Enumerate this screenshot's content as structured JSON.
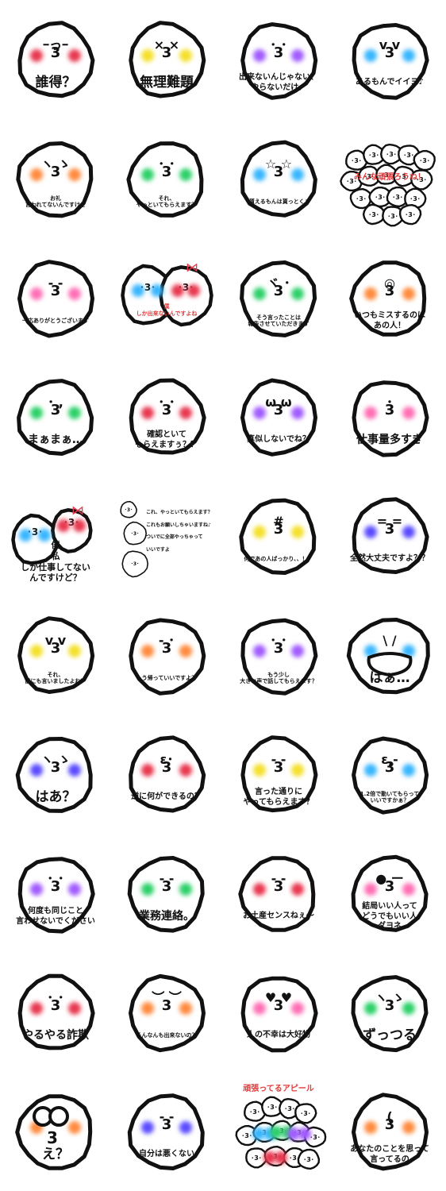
{
  "colors": {
    "outline": "#111111",
    "red": "#e8384f",
    "orange": "#ff8a3d",
    "yellow": "#f5e02a",
    "green": "#2fd06a",
    "blue": "#38b6ff",
    "purple": "#a15cff",
    "pink": "#ff6fb5",
    "violet": "#5a4cff"
  },
  "stickers": [
    {
      "text": "誰得？",
      "face": "ｰっｰ",
      "cheek": "#e8384f"
    },
    {
      "text": "無理難題",
      "face": "×3×",
      "cheek": "#f5e02a"
    },
    {
      "text": "出来ないんじゃない、\nやらないだけ。",
      "face": "･3･",
      "cheek": "#a15cff"
    },
    {
      "text": "あるもんでイイヨ♪",
      "face": "v3v",
      "cheek": "#38b6ff"
    },
    {
      "text": "お礼\n言われてないんですけど",
      "face": "ヽ3ゝ",
      "cheek": "#ff8a3d"
    },
    {
      "text": "それ、\nやっといてもらえます？",
      "face": "･3･",
      "cheek": "#2fd06a"
    },
    {
      "text": "貰えるもんは貰っとく♪",
      "face": "☆3☆",
      "cheek": "#38b6ff"
    },
    {
      "text": "みんな頑張ろうね！",
      "face": "crowd",
      "cheek": "#e8384f"
    },
    {
      "text": "一応ありがとうございます",
      "face": "-3-",
      "cheek": "#ff6fb5"
    },
    {
      "text": "僕\nしか出来ないんですよね",
      "face": "pair",
      "cheek": "#e8384f"
    },
    {
      "text": "そう言ったことは\n報告させていただきます",
      "face": "ヾ3･",
      "cheek": "#2fd06a"
    },
    {
      "text": "いつもミスするのは\nあの人！",
      "face": "◎3",
      "cheek": "#ff8a3d"
    },
    {
      "text": "まぁまぁ…",
      "face": "･ ,3",
      "cheek": "#2fd06a"
    },
    {
      "text": "確認といて\nもらえますぅ？？",
      "face": "･3･",
      "cheek": "#e8384f"
    },
    {
      "text": "真似しないでね？",
      "face": "ω3ω",
      "cheek": "#a15cff"
    },
    {
      "text": "仕事量多すぎ",
      "face": "･3",
      "cheek": "#ff6fb5"
    },
    {
      "text": "僕\n私\nしか仕事してない\nんですけど？",
      "face": "pair2",
      "cheek": "#ff6fb5"
    },
    {
      "text": "これ、やっといてもらえます？\nこれもお願いしちゃいますね♪\nついでに全部やっちゃって\nいいですよ",
      "face": "chat",
      "cheek": "#2fd06a"
    },
    {
      "text": "何であの人ばっかり、、！！",
      "face": "#3",
      "cheek": "#f5e02a"
    },
    {
      "text": "全然大丈夫ですよ？？",
      "face": "=3=",
      "cheek": "#5a4cff"
    },
    {
      "text": "それ、\n前にも言いましたよね？",
      "face": "v3v",
      "cheek": "#f5e02a"
    },
    {
      "text": "もう帰っていいですよ？",
      "face": "-3･",
      "cheek": "#ff8a3d"
    },
    {
      "text": "もう少し\n大きい声で話してもらえます？",
      "face": "･3･",
      "cheek": "#a15cff"
    },
    {
      "text": "はぁ…",
      "face": "blob",
      "cheek": "#38b6ff"
    },
    {
      "text": "はあ？",
      "face": "ヽ3ゝ",
      "cheek": "#5a4cff"
    },
    {
      "text": "逆に何ができるの？",
      "face": "ε･",
      "cheek": "#e8384f"
    },
    {
      "text": "言った通りに\nやってもらえます？",
      "face": "-3-",
      "cheek": "#f5e02a"
    },
    {
      "text": "1.2倍で動いてもらって\nいいですかぁ？",
      "face": "ε,-",
      "cheek": "#38b6ff"
    },
    {
      "text": "何度も同じこと\n言わせないでください",
      "face": "･3･",
      "cheek": "#a15cff"
    },
    {
      "text": "業務連絡。",
      "face": "-3-",
      "cheek": "#2fd06a"
    },
    {
      "text": "お土産センスねぇ～",
      "face": "-3-",
      "cheek": "#e8384f"
    },
    {
      "text": "結局いい人って\nどうでもいい人\nダヨネ",
      "face": "●3ー",
      "cheek": "#ff6fb5"
    },
    {
      "text": "やるやる詐欺",
      "face": "･3･",
      "cheek": "#e8384f"
    },
    {
      "text": "そんなんも出来ないの？",
      "face": "︶3︶",
      "cheek": "#ff8a3d"
    },
    {
      "text": "人の不幸は大好物",
      "face": "♥3♥",
      "cheek": "#ff6fb5"
    },
    {
      "text": "ずっつる",
      "face": "ヽ3ゝ",
      "cheek": "#2fd06a"
    },
    {
      "text": "え？",
      "face": "goggle",
      "cheek": "#ff8a3d"
    },
    {
      "text": "自分は悪くない",
      "face": "-3-",
      "cheek": "#5a4cff"
    },
    {
      "text": "頑張ってるアピール",
      "face": "crowd2",
      "cheek": "#e8384f"
    },
    {
      "text": "あなたのことを思って\n言ってるの",
      "face": "(3",
      "cheek": "#ff8a3d"
    }
  ]
}
